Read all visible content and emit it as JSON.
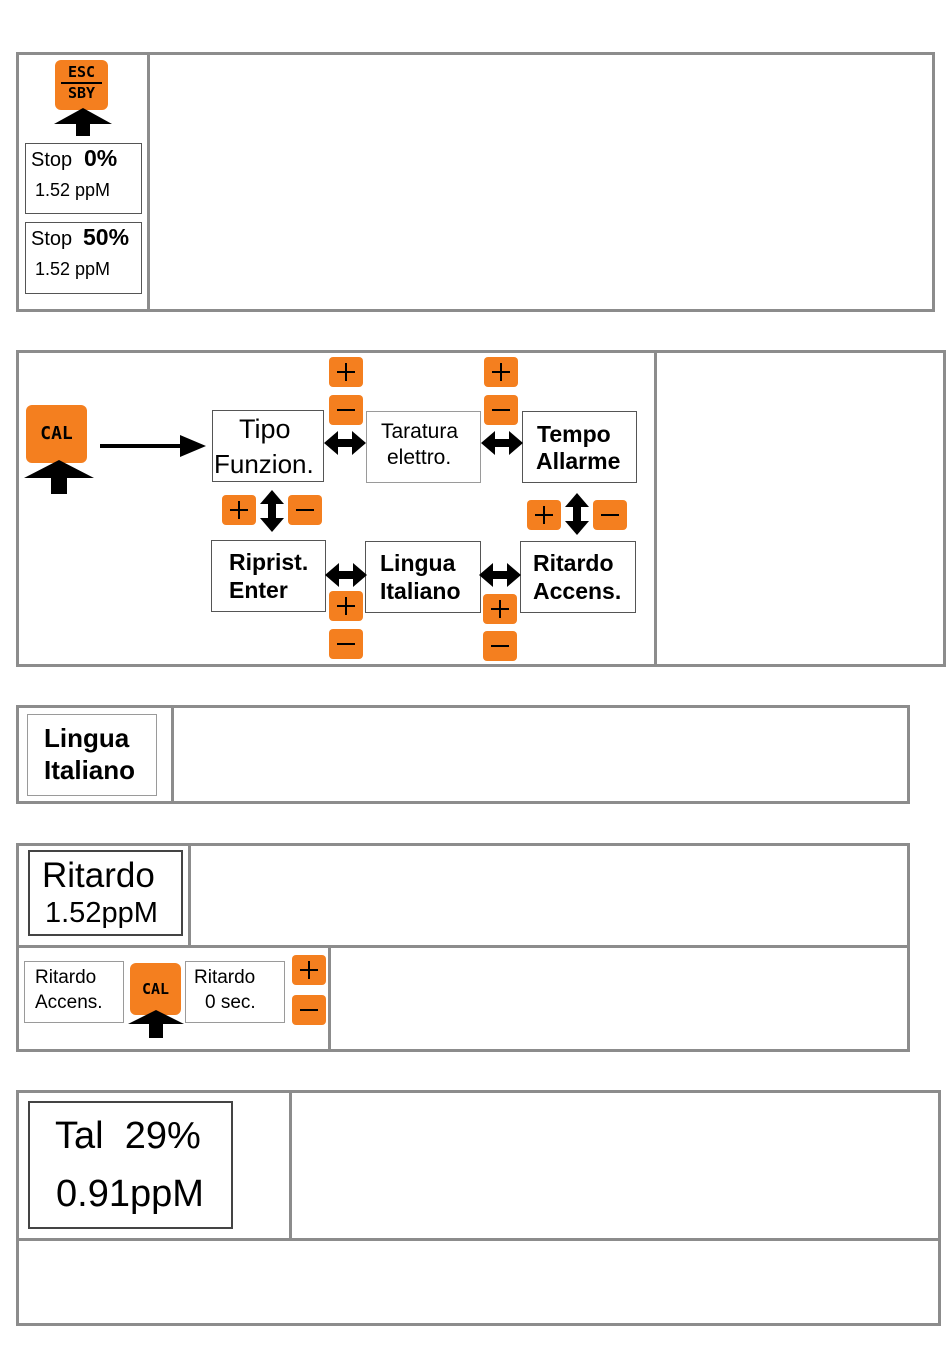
{
  "panel_standby": {
    "esc_key": {
      "line1": "ESC",
      "line2": "SBY"
    },
    "display_stop0": {
      "label": "Stop",
      "percent": "0%",
      "value": "1.52 ppM"
    },
    "display_stop50": {
      "label": "Stop",
      "percent": "50%",
      "value": "1.52 ppM"
    }
  },
  "panel_cal_menu": {
    "cal_key": "CAL",
    "items": {
      "tipo": {
        "line1": "Tipo",
        "line2": "Funzion."
      },
      "taratura": {
        "line1": "Taratura",
        "line2": "elettro."
      },
      "tempo": {
        "line1": "Tempo",
        "line2": "Allarme"
      },
      "riprist": {
        "line1": "Riprist.",
        "line2": "Enter"
      },
      "lingua": {
        "line1": "Lingua",
        "line2": "Italiano"
      },
      "ritardo": {
        "line1": "Ritardo",
        "line2": "Accens."
      }
    }
  },
  "panel_language": {
    "display": {
      "line1": "Lingua",
      "line2": "Italiano"
    }
  },
  "panel_delay": {
    "display": {
      "line1": "Ritardo",
      "line2": "1.52ppM"
    },
    "display_menu": {
      "line1": "Ritardo",
      "line2": "Accens."
    },
    "cal_key": "CAL",
    "display_setting": {
      "line1": "Ritardo",
      "line2": "0 sec."
    }
  },
  "panel_calibration": {
    "display": {
      "line1": "Tal  29%",
      "line2": "0.91ppM"
    }
  },
  "colors": {
    "button_orange": "#f47f1f",
    "frame_gray": "#8c8c8c"
  }
}
